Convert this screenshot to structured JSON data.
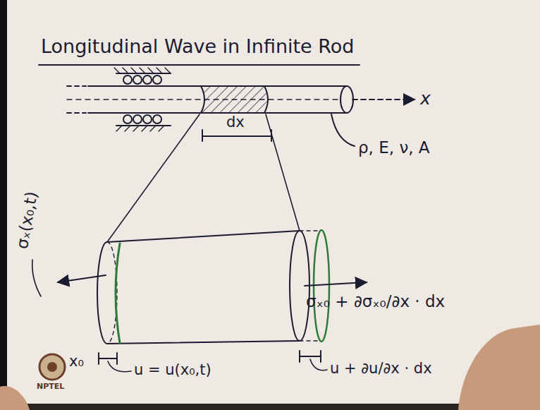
{
  "diagram": {
    "title": "Longitudinal Wave in Infinite Rod",
    "labels": [
      "dx",
      "x",
      "ρ, E, ν, A",
      "σₓ(x₀,t)",
      "σₓ₀ + ∂σₓ₀/∂x · dx",
      "x₀",
      "u = u(x₀,t)",
      "u + ∂u/∂x · dx",
      "NPTEL"
    ]
  }
}
